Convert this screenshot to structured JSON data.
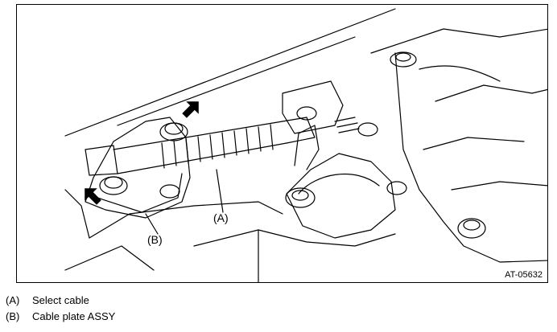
{
  "figure": {
    "labels": {
      "a": "(A)",
      "b": "(B)"
    },
    "reference_code": "AT-05632",
    "icons": [
      "pointer-arrow-icon",
      "pointer-arrow-icon"
    ]
  },
  "legend": [
    {
      "key": "(A)",
      "text": "Select cable"
    },
    {
      "key": "(B)",
      "text": "Cable plate ASSY"
    }
  ]
}
